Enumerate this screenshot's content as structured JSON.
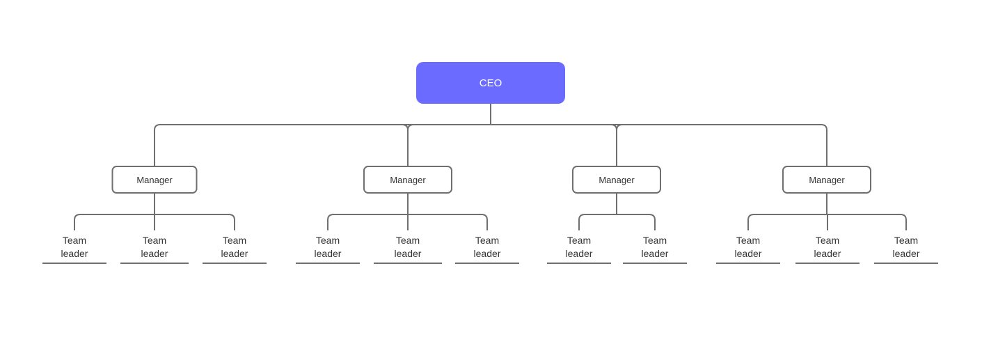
{
  "colors": {
    "ceo_fill": "#6b6cff",
    "line": "#6f6f6f",
    "text": "#333333",
    "background": "#ffffff"
  },
  "org": {
    "ceo": {
      "label": "CEO"
    },
    "managers": [
      {
        "label": "Manager",
        "team_leaders": [
          {
            "line1": "Team",
            "line2": "leader"
          },
          {
            "line1": "Team",
            "line2": "leader"
          },
          {
            "line1": "Team",
            "line2": "leader"
          }
        ]
      },
      {
        "label": "Manager",
        "team_leaders": [
          {
            "line1": "Team",
            "line2": "leader"
          },
          {
            "line1": "Team",
            "line2": "leader"
          },
          {
            "line1": "Team",
            "line2": "leader"
          }
        ]
      },
      {
        "label": "Manager",
        "team_leaders": [
          {
            "line1": "Team",
            "line2": "leader"
          },
          {
            "line1": "Team",
            "line2": "leader"
          }
        ]
      },
      {
        "label": "Manager",
        "team_leaders": [
          {
            "line1": "Team",
            "line2": "leader"
          },
          {
            "line1": "Team",
            "line2": "leader"
          },
          {
            "line1": "Team",
            "line2": "leader"
          }
        ]
      }
    ]
  }
}
